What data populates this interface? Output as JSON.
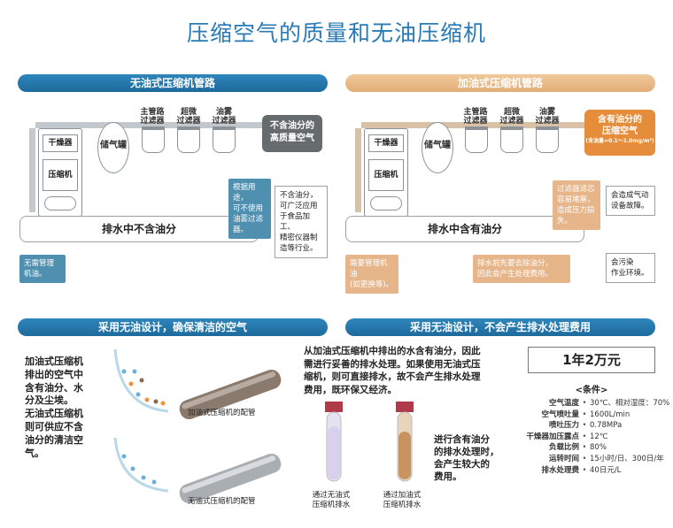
{
  "title": "压缩空气的质量和无油压缩机",
  "left_panel": {
    "header": "无油式压缩机管路",
    "dryer": "干燥器",
    "compressor": "压缩机",
    "tank": "储气罐",
    "filter1": [
      "主管路",
      "过滤器"
    ],
    "filter2": [
      "超微",
      "过滤器"
    ],
    "filter3": [
      "油雾",
      "过滤器"
    ],
    "result": [
      "不含油分的",
      "高质量空气"
    ],
    "drain": "排水中不含油分",
    "note_mgmt": [
      "无需管理",
      "机油。"
    ],
    "note_usage": [
      "根据用途，",
      "可不使用",
      "油雾过滤",
      "器。"
    ],
    "note_use": [
      "不含油分，",
      "可广泛应用",
      "于食品加工、",
      "精密仪器制",
      "造等行业。"
    ]
  },
  "right_panel": {
    "header": "加油式压缩机管路",
    "dryer": "干燥器",
    "compressor": "压缩机",
    "tank": "储气罐",
    "filter1": [
      "主管路",
      "过滤器"
    ],
    "filter2": [
      "超微",
      "过滤器"
    ],
    "filter3": [
      "油雾",
      "过滤器"
    ],
    "result": [
      "含有油分的",
      "压缩空气",
      "(含油量≈0.1～1.0mg/m³)"
    ],
    "drain": "排水中含有油分",
    "note_mgmt": [
      "需要管理机油",
      "(如更换等)。"
    ],
    "note_drain": [
      "排水前先要去除油分，",
      "因此会产生处理费用。"
    ],
    "note_clog": [
      "过滤器滤芯",
      "容易堵塞，",
      "造成压力损",
      "失。"
    ],
    "note_fault": [
      "会造成气动",
      "设备故障。"
    ],
    "note_env": [
      "会污染",
      "作业环境。"
    ]
  },
  "bottom_left": {
    "header": "采用无油设计，确保清洁的空气",
    "text": [
      "加油式压缩机",
      "排出的空气中",
      "含有油分、水",
      "分及尘埃。",
      "无油式压缩机",
      "则可供应不含",
      "油分的清洁空",
      "气。"
    ],
    "caption1": "加油式压缩机的配管",
    "caption2": "无油式压缩机的配管"
  },
  "bottom_right": {
    "header": "采用无油设计，不会产生排水处理费用",
    "intro": [
      "从加油式压缩机中排出的水含有油分，因此",
      "需进行妥善的排水处理。如果使用无油式压",
      "缩机，则可直接排水，故不会产生排水处理",
      "费用，既环保又经济。"
    ],
    "cost": "1年2万元",
    "conditions_title": "<条件>",
    "conditions": [
      {
        "label": "空气温度",
        "value": "30℃、相对湿度：70%"
      },
      {
        "label": "空气喷吐量",
        "value": "1600L/min"
      },
      {
        "label": "喷吐压力",
        "value": "0.78MPa"
      },
      {
        "label": "干燥器加压露点",
        "value": "12℃"
      },
      {
        "label": "负载比例",
        "value": "80%"
      },
      {
        "label": "运转时间",
        "value": "15小时/日、300日/年"
      },
      {
        "label": "排水处理费",
        "value": "40日元/L"
      }
    ],
    "side_text": [
      "进行含有油分",
      "的排水处理时，",
      "会产生较大的",
      "费用。"
    ],
    "tube1_caption": [
      "通过无油式",
      "压缩机排水"
    ],
    "tube2_caption": [
      "通过加油式",
      "压缩机排水"
    ]
  },
  "colors": {
    "accent_blue": "#2a7ab6",
    "header_blue": "#1e6a9c",
    "header_tan": "#e3ad76",
    "result_orange": "#e58d3a",
    "result_gray": "#666b6e"
  }
}
